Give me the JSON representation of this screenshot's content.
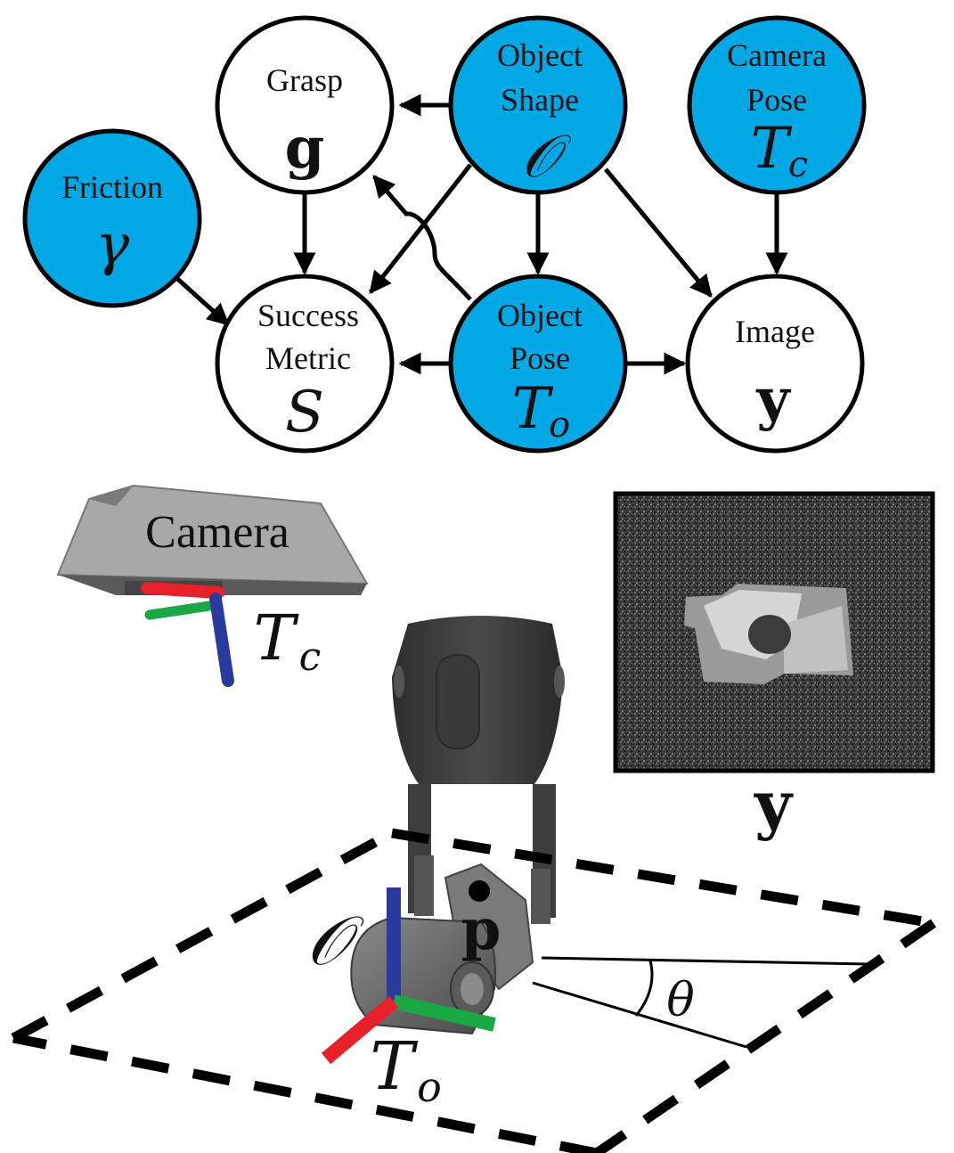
{
  "graph": {
    "nodes": {
      "grasp": {
        "label1": "Grasp",
        "label2": "",
        "symbol": "g",
        "symbol_sub": "",
        "observed": false
      },
      "shape": {
        "label1": "Object",
        "label2": "Shape",
        "symbol": "𝒪",
        "symbol_sub": "",
        "observed": true
      },
      "camera": {
        "label1": "Camera",
        "label2": "Pose",
        "symbol": "T",
        "symbol_sub": "c",
        "observed": true
      },
      "friction": {
        "label1": "Friction",
        "label2": "",
        "symbol": "γ",
        "symbol_sub": "",
        "observed": true
      },
      "success": {
        "label1": "Success",
        "label2": "Metric",
        "symbol": "S",
        "symbol_sub": "",
        "observed": false
      },
      "objpose": {
        "label1": "Object",
        "label2": "Pose",
        "symbol": "T",
        "symbol_sub": "o",
        "observed": true
      },
      "image": {
        "label1": "Image",
        "label2": "",
        "symbol": "y",
        "symbol_sub": "",
        "observed": false
      }
    },
    "colors": {
      "observed": "#00a8e6",
      "latent": "#ffffff",
      "stroke": "#000000"
    }
  },
  "scene": {
    "camera_label": "Camera",
    "camera_pose_symbol": "T",
    "camera_pose_sub": "c",
    "image_label": "y",
    "object_symbol": "𝒪",
    "contact_label": "p",
    "angle_label": "θ",
    "object_pose_symbol": "T",
    "object_pose_sub": "o",
    "axis_colors": {
      "x": "#e8202a",
      "y": "#1aa845",
      "z": "#2a3a9e"
    }
  }
}
